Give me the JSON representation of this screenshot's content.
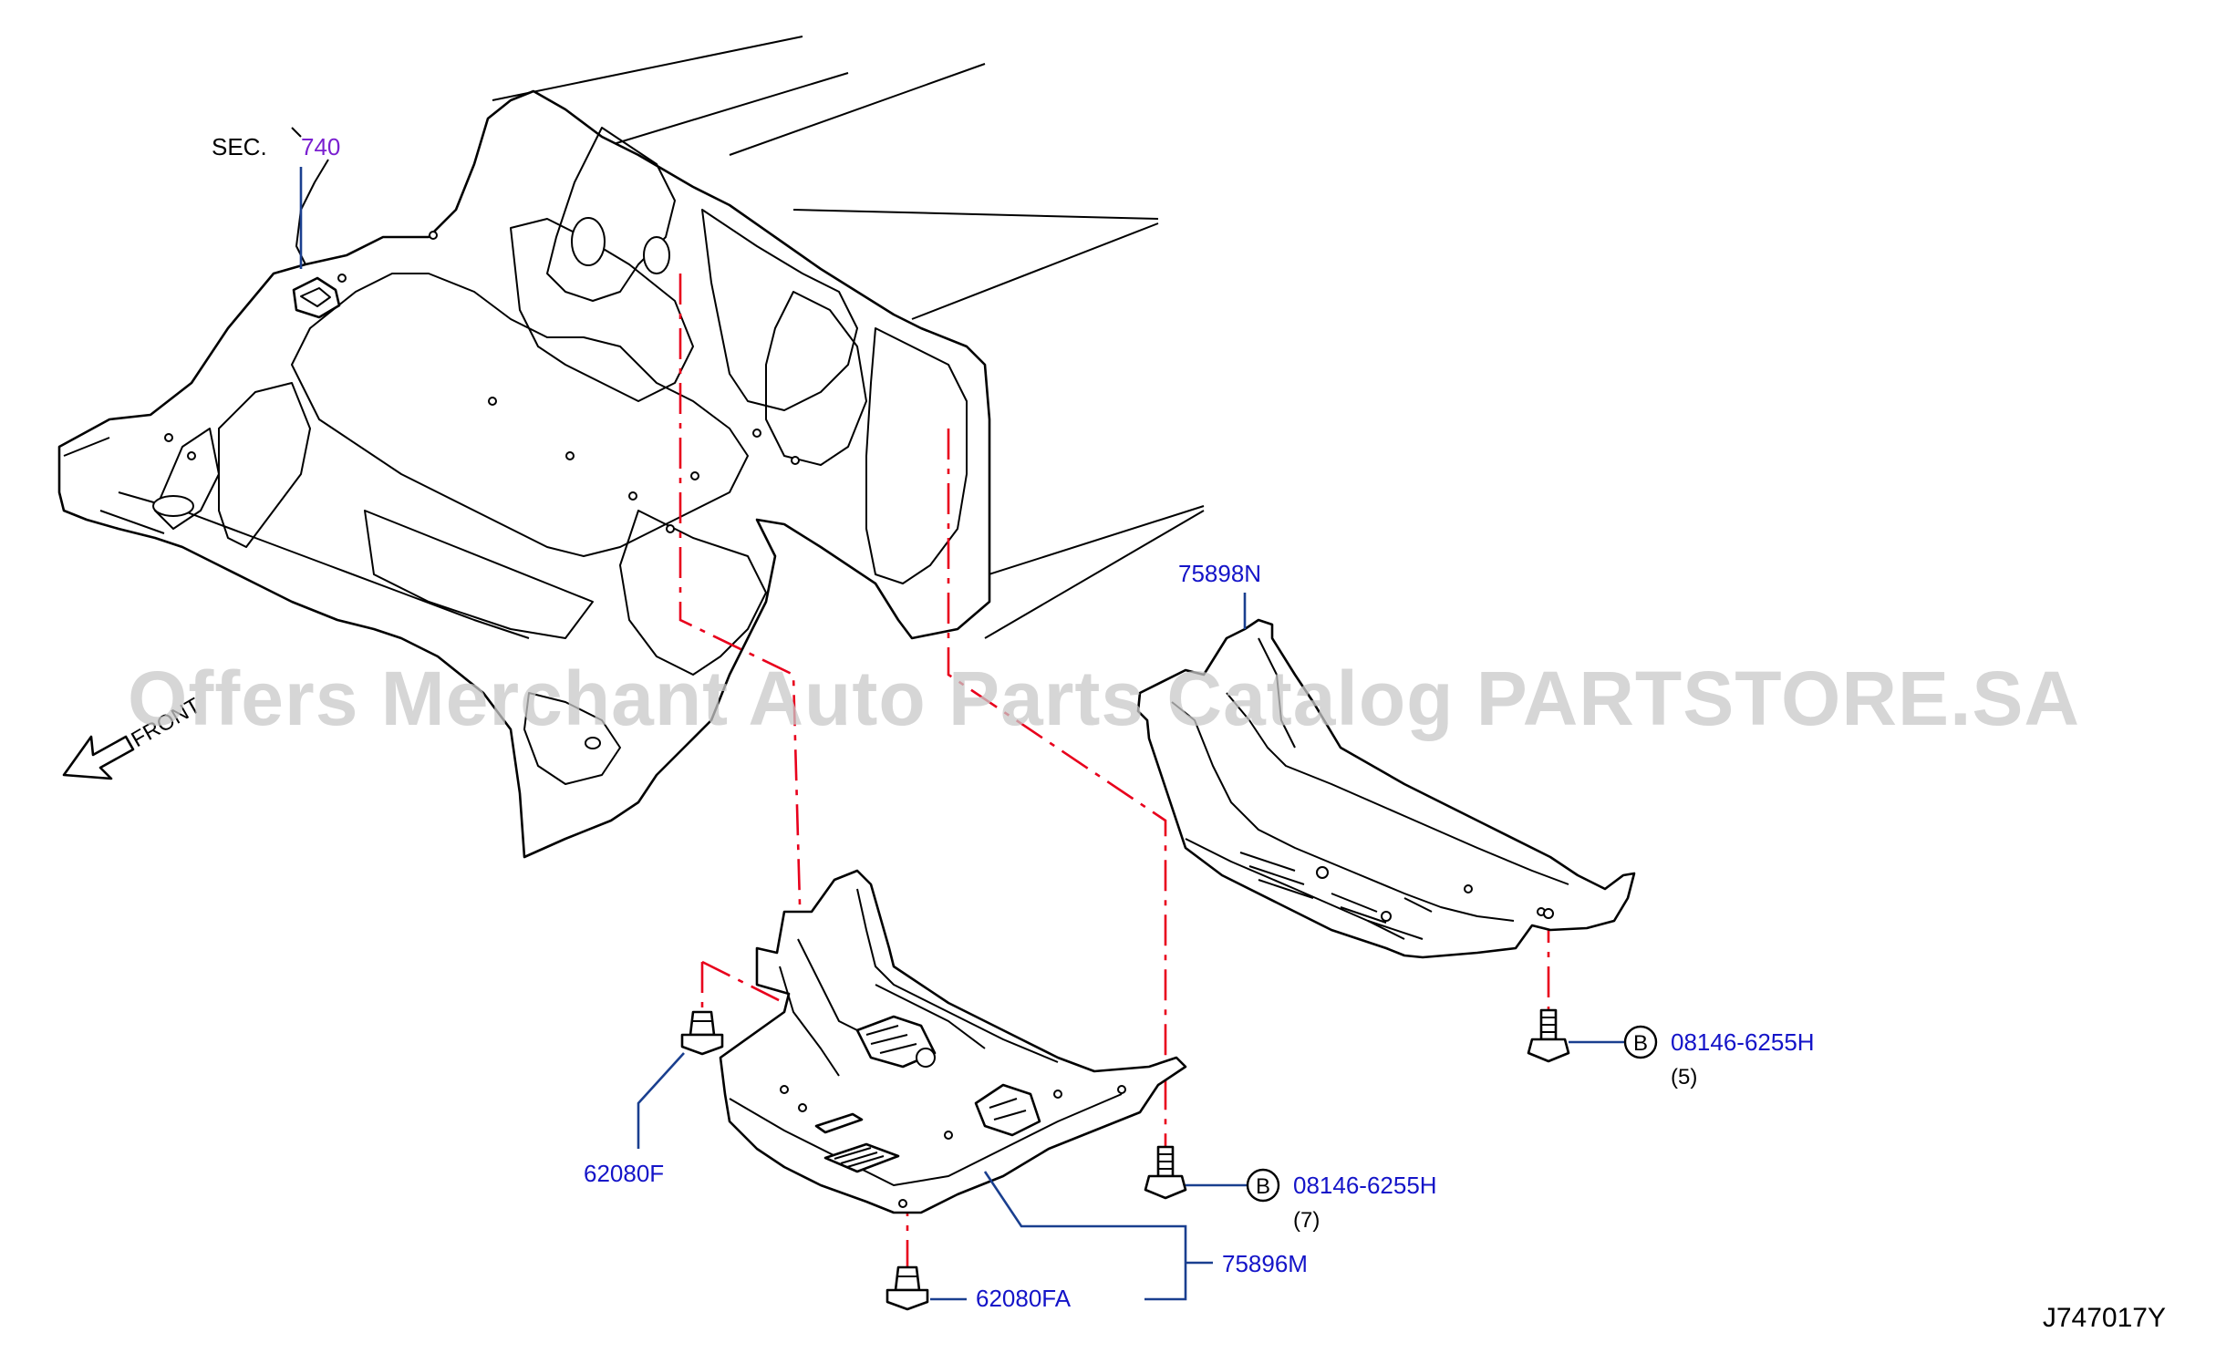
{
  "sec_prefix": "SEC.",
  "sec_number": "740",
  "front_label": "FRONT",
  "watermark": "Offers Merchant Auto Parts Catalog PARTSTORE.SA",
  "diagram_code": "J747017Y",
  "parts": {
    "p75898N": "75898N",
    "p62080F": "62080F",
    "p62080FA": "62080FA",
    "p75896M": "75896M",
    "bolt_upper": {
      "marker": "B",
      "number": "08146-6255H",
      "qty": "(5)"
    },
    "bolt_lower": {
      "marker": "B",
      "number": "08146-6255H",
      "qty": "(7)"
    }
  },
  "colors": {
    "part_number": "#1414c8",
    "sec_number": "#7a1fd0",
    "leader": "#1a3f8f",
    "centerline": "#e8001c",
    "outline": "#000000"
  }
}
